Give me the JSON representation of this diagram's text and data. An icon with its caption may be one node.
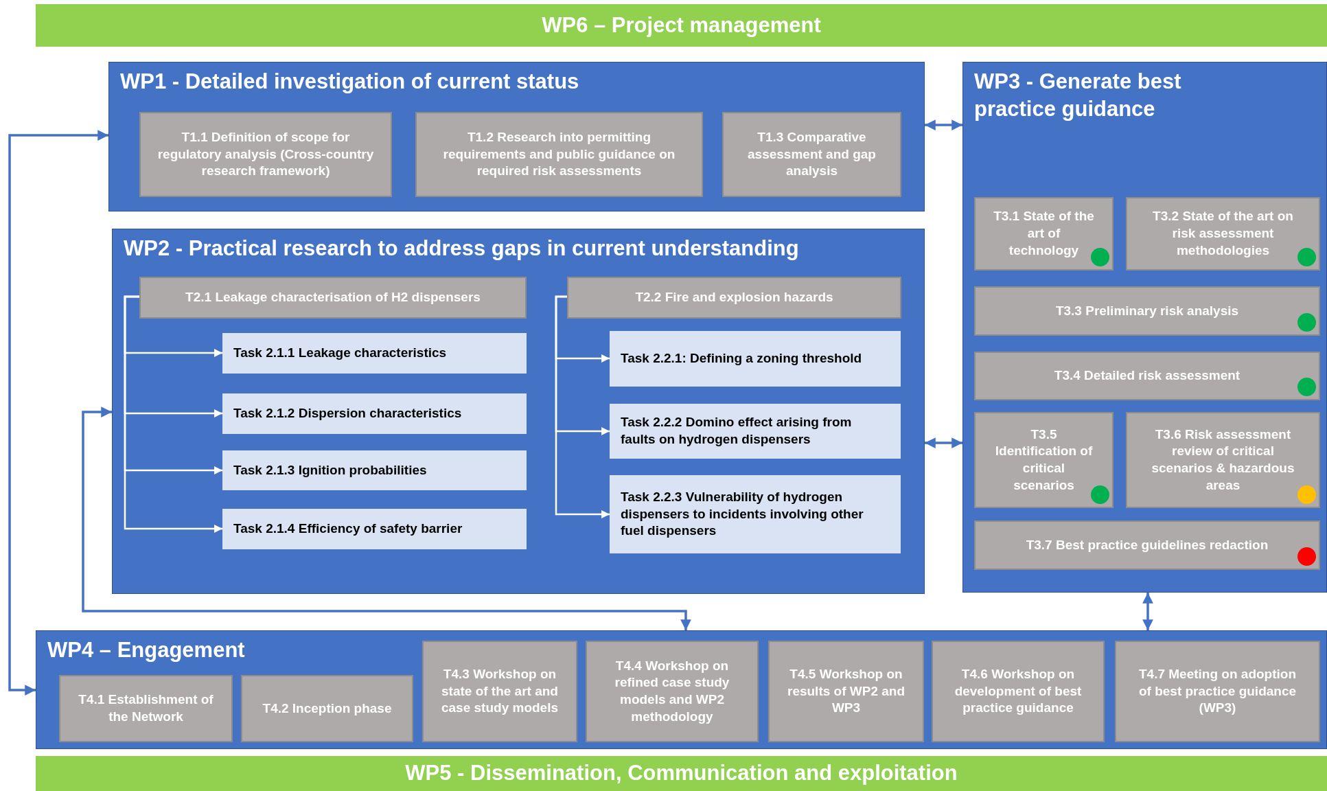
{
  "diagram": {
    "nodes": [
      {
        "text": [
          "WP6 – Project management"
        ]
      },
      {
        "text": [
          "WP1 - Detailed investigation of current status"
        ]
      },
      {
        "text": [
          "T1.1 Definition of scope for regulatory analysis (Cross-country research framework)"
        ],
        "in": 1
      },
      {
        "text": [
          "T1.2 Research into permitting requirements and public guidance on required risk assessments"
        ],
        "in": 1
      },
      {
        "text": [
          "T1.3 Comparative assessment and gap analysis"
        ],
        "in": 1
      },
      {
        "text": [
          "WP2 - Practical research to address gaps in current understanding"
        ]
      },
      {
        "text": [
          "T2.1 Leakage characterisation of H2 dispensers"
        ],
        "in": 5
      },
      {
        "text": [
          "Task 2.1.1 Leakage characteristics"
        ],
        "in": 5
      },
      {
        "text": [
          "Task 2.1.2 Dispersion characteristics"
        ],
        "in": 5
      },
      {
        "text": [
          "Task 2.1.3 Ignition probabilities"
        ],
        "in": 5
      },
      {
        "text": [
          "Task 2.1.4 Efficiency of safety barrier"
        ],
        "in": 5
      },
      {
        "text": [
          "T2.2 Fire and explosion hazards"
        ],
        "in": 5
      },
      {
        "text": [
          "Task 2.2.1: Defining a zoning threshold"
        ],
        "in": 5
      },
      {
        "text": [
          "Task 2.2.2 Domino effect arising from faults on hydrogen dispensers"
        ],
        "in": 5
      },
      {
        "text": [
          "Task 2.2.3 Vulnerability of hydrogen dispensers to incidents involving other fuel dispensers"
        ],
        "in": 5
      },
      {
        "text": [
          "WP3 - Generate best practice guidance"
        ]
      },
      {
        "text": [
          "T3.1 State of the art of technology"
        ],
        "in": 15
      },
      {
        "text": [
          "T3.2 State of the art on risk assessment methodologies"
        ],
        "in": 15
      },
      {
        "text": [
          "T3.3 Preliminary risk analysis"
        ],
        "in": 15
      },
      {
        "text": [
          "T3.4 Detailed risk assessment"
        ],
        "in": 15
      },
      {
        "text": [
          "T3.5 Identification of critical scenarios"
        ],
        "in": 15
      },
      {
        "text": [
          "T3.6 Risk assessment review of critical scenarios & hazardous areas"
        ],
        "in": 15
      },
      {
        "text": [
          "T3.7 Best practice guidelines redaction"
        ],
        "in": 15
      },
      {
        "text": [
          "WP4 – Engagement"
        ]
      },
      {
        "text": [
          "T4.1 Establishment of the Network"
        ],
        "in": 23
      },
      {
        "text": [
          "T4.2 Inception phase"
        ],
        "in": 23
      },
      {
        "text": [
          "T4.3 Workshop on state of the art and case study models"
        ],
        "in": 23
      },
      {
        "text": [
          "T4.4 Workshop on refined case study models and WP2 methodology"
        ],
        "in": 23
      },
      {
        "text": [
          "T4.5 Workshop on results of WP2 and WP3"
        ],
        "in": 23
      },
      {
        "text": [
          "T4.6 Workshop on development of best practice guidance"
        ],
        "in": 23
      },
      {
        "text": [
          "T4.7 Meeting on adoption of best practice guidance (WP3)"
        ],
        "in": 23
      },
      {
        "text": [
          "WP5 - Dissemination, Communication and exploitation"
        ]
      }
    ],
    "edges": [
      {
        "from": 23,
        "to": 1,
        "arrow": "both",
        "color": "#4472c4"
      },
      {
        "from": 23,
        "to": 5,
        "arrow": "both",
        "color": "#4472c4"
      },
      {
        "from": 1,
        "to": 15,
        "arrow": "both",
        "color": "#4472c4"
      },
      {
        "from": 5,
        "to": 15,
        "arrow": "both",
        "color": "#4472c4"
      },
      {
        "from": 15,
        "to": 23,
        "arrow": "both",
        "color": "#4472c4"
      },
      {
        "from": 6,
        "to": 7,
        "arrow": "to"
      },
      {
        "from": 6,
        "to": 8,
        "arrow": "to"
      },
      {
        "from": 6,
        "to": 9,
        "arrow": "to"
      },
      {
        "from": 6,
        "to": 10,
        "arrow": "to"
      },
      {
        "from": 11,
        "to": 12,
        "arrow": "to"
      },
      {
        "from": 11,
        "to": 13,
        "arrow": "to"
      },
      {
        "from": 11,
        "to": 14,
        "arrow": "to"
      }
    ]
  }
}
